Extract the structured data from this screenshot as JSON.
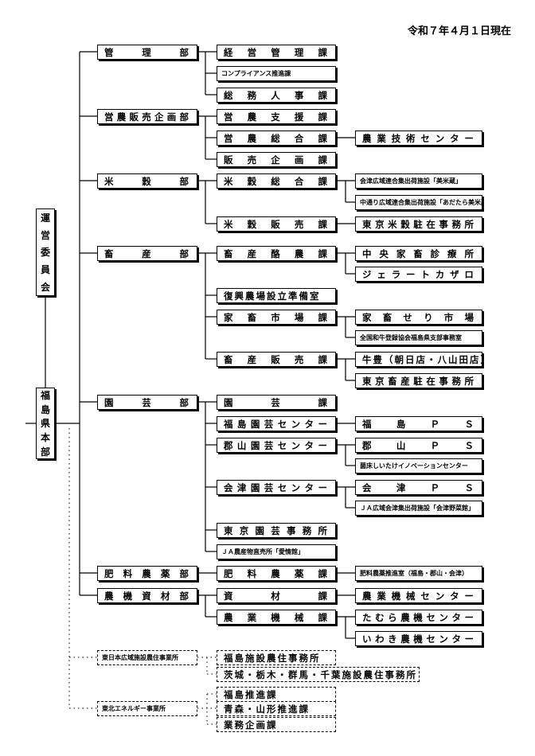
{
  "date": "令和７年４月１日現在",
  "left_boxes": {
    "committee": [
      "運",
      "営",
      "委",
      "員",
      "会"
    ],
    "hq": [
      "福",
      "島",
      "県",
      "本",
      "部"
    ]
  },
  "departments": [
    {
      "name": "管理部",
      "divs": [
        {
          "name": "経営管理課"
        },
        {
          "name": "コンプライアンス推進課"
        },
        {
          "name": "総務人事課"
        }
      ]
    },
    {
      "name": "営農販売企画部",
      "divs": [
        {
          "name": "営農支援課"
        },
        {
          "name": "営農総合課"
        },
        {
          "name": "販売企画課"
        }
      ],
      "subs": [
        "農業技術センター"
      ]
    },
    {
      "name": "米穀部",
      "divs": [
        {
          "name": "米穀総合課"
        },
        {
          "name": "米穀販売課"
        }
      ],
      "subs": [
        "会津広域連合集出荷施設「美米蔵」",
        "中通り広域連合集出荷施設「あだたら美米蔵」",
        "東京米穀駐在事務所"
      ]
    },
    {
      "name": "畜産部",
      "divs": [
        {
          "name": "畜産酪農課"
        },
        {
          "name": "復興農場設立準備室"
        },
        {
          "name": "家畜市場課"
        },
        {
          "name": "畜産販売課"
        }
      ],
      "subs": [
        "中央家畜診療所",
        "ジェラートカザロ",
        "家畜せり市場",
        "全国和牛登録協会福島県支部事務室",
        "牛豊（朝日店・八山田店）",
        "東京畜産駐在事務所"
      ]
    },
    {
      "name": "園芸部",
      "divs": [
        {
          "name": "園芸課"
        },
        {
          "name": "福島園芸センター"
        },
        {
          "name": "郡山園芸センター"
        },
        {
          "name": "会津園芸センター"
        },
        {
          "name": "東京園芸事務所"
        },
        {
          "name": "ＪＡ農産物直売所「愛情館」"
        }
      ],
      "subs": [
        "福島ＰＳ",
        "郡山ＰＳ",
        "菌床しいたけイノベーションセンター",
        "会津ＰＳ",
        "ＪＡ広域会津集出荷施設「会津野菜館」"
      ]
    },
    {
      "name": "肥料農薬部",
      "divs": [
        {
          "name": "肥料農薬課"
        }
      ],
      "subs": [
        "肥料農薬推進室（福島・郡山・会津）"
      ]
    },
    {
      "name": "農機資材部",
      "divs": [
        {
          "name": "資材課"
        },
        {
          "name": "農業機械課"
        }
      ],
      "subs": [
        "農業機械センター",
        "たむら農機センター",
        "いわき農機センター"
      ]
    }
  ],
  "offices": [
    {
      "name": "東日本広域施設農住事業所",
      "units": [
        "福島施設農住事務所",
        "茨城・栃木・群馬・千葉施設農住事務所"
      ]
    },
    {
      "name": "東北エネルギー事業所",
      "units": [
        "福島推進課",
        "青森・山形推進課",
        "業務企画課"
      ]
    }
  ]
}
